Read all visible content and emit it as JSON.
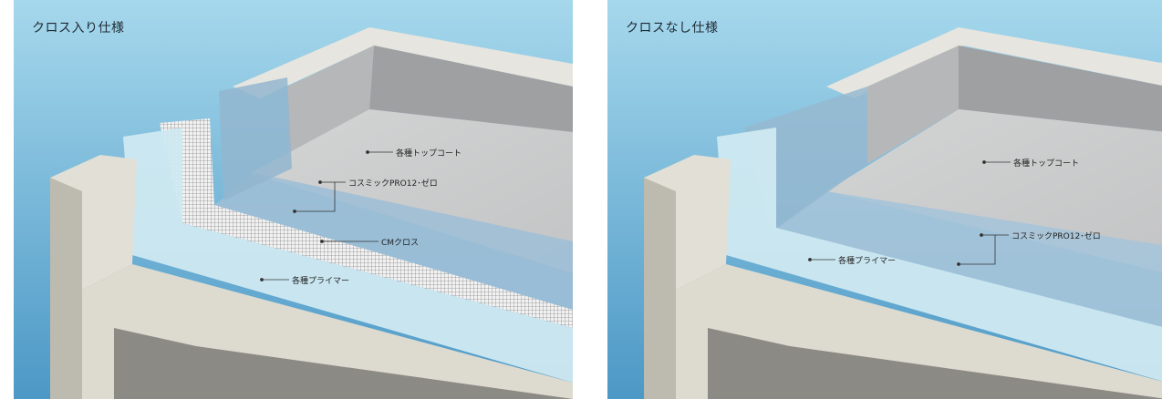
{
  "panels": {
    "left": {
      "title": "クロス入り仕様",
      "labels": {
        "topcoat": "各種トップコート",
        "membrane": "コスミックPRO12･ゼロ",
        "cloth": "CMクロス",
        "primer": "各種プライマー"
      }
    },
    "right": {
      "title": "クロスなし仕様",
      "labels": {
        "topcoat": "各種トップコート",
        "membrane": "コスミックPRO12･ゼロ",
        "primer": "各種プライマー"
      }
    }
  },
  "colors": {
    "sky_top": "#9fd4ea",
    "sky_bottom": "#4d9cc9",
    "concrete": "#e4e2d8",
    "concrete_shadow": "#b9b7ad",
    "wall_inner": "#bfbfbf",
    "floor_gray": "#cfd0d0",
    "membrane_blue": "#a9c7dc",
    "primer_cyan": "#cfeaf1"
  }
}
